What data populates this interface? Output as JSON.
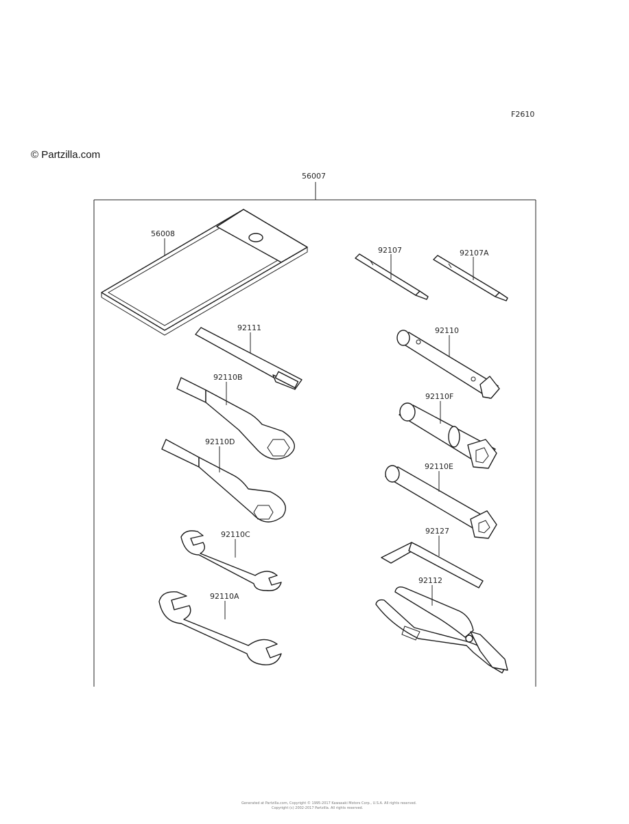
{
  "diagram_code": "F2610",
  "watermark": "© Partzilla.com",
  "assembly": {
    "part": "56007"
  },
  "parts": {
    "p56008": "56008",
    "p92107": "92107",
    "p92107A": "92107A",
    "p92111": "92111",
    "p92110": "92110",
    "p92110B": "92110B",
    "p92110F": "92110F",
    "p92110D": "92110D",
    "p92110E": "92110E",
    "p92110C": "92110C",
    "p92127": "92127",
    "p92110A": "92110A",
    "p92112": "92112"
  },
  "footer": {
    "line1": "Generated at Partzilla.com, Copyright © 1995-2017 Kawasaki Motors Corp., U.S.A. All rights reserved.",
    "line2": "Copyright (c) 2002-2017 Partzilla. All rights reserved."
  }
}
